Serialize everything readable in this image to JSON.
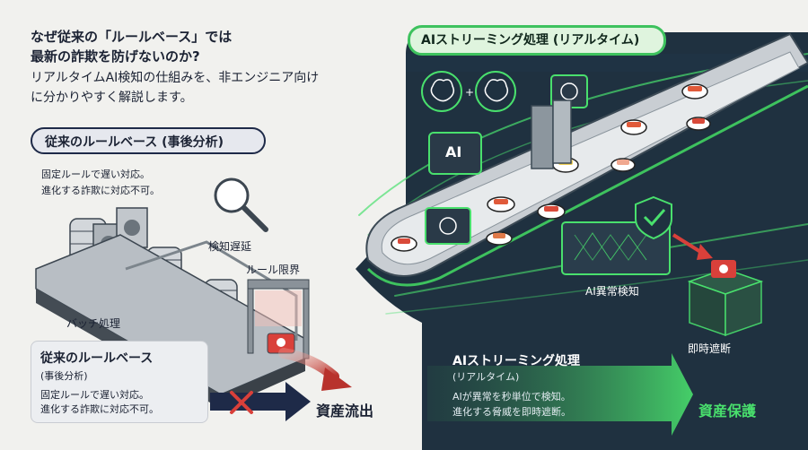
{
  "headline": {
    "line1": "なぜ従来の「ルールベース」では",
    "line2": "最新の詐欺を防げないのか?",
    "sub1": "リアルタイムAI検知の仕組みを、非エンジニア向け",
    "sub2": "に分かりやすく解説します。"
  },
  "left_panel": {
    "pill_title": "従来のルールベース (事後分析)",
    "desc_line1": "固定ルールで遅い対応。",
    "desc_line2": "進化する詐欺に対応不可。",
    "label_detect_delay": "検知遅延",
    "label_rule_limit": "ルール限界",
    "label_batch": "バッチ処理",
    "box_title": "従来のルールベース",
    "box_subtitle": "(事後分析)",
    "box_desc_line1": "固定ルールで遅い対応。",
    "box_desc_line2": "進化する詐欺に対応不可。",
    "outflow_label": "資産流出"
  },
  "right_panel": {
    "pill_title": "AIストリーミング処理 (リアルタイム)",
    "chip_label": "AI",
    "label_ai_detect": "AI異常検知",
    "label_instant_block": "即時遮断",
    "stream_title": "AIストリーミング処理",
    "stream_subtitle": "(リアルタイム)",
    "stream_desc_line1": "AIが異常を秒単位で検知。",
    "stream_desc_line2": "進化する脅威を即時遮断。",
    "protect_label": "資産保護"
  },
  "colors": {
    "navy": "#1e2a48",
    "dark_panel": "#1f3140",
    "green": "#3ec25e",
    "alert_red": "#d9403a"
  }
}
